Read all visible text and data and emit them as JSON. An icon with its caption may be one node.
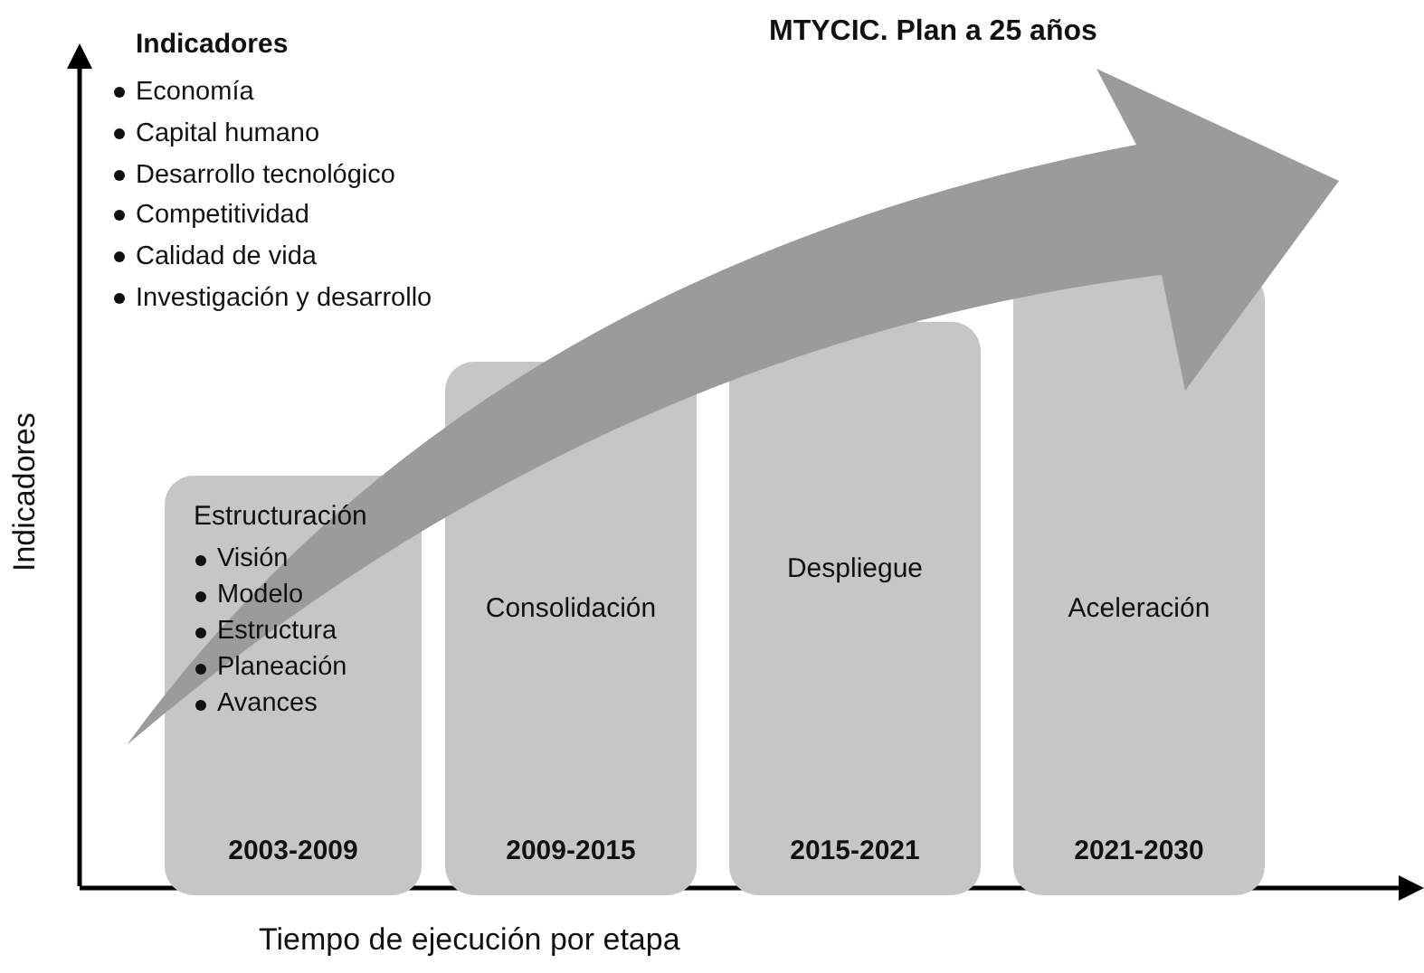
{
  "diagram": {
    "title": "MTYCIC. Plan a 25 años",
    "nodes": [
      {
        "text": [
          "Estructuración",
          "Visión",
          "Modelo",
          "Estructura",
          "Planeación",
          "Avances",
          "2003-2009"
        ]
      },
      {
        "text": [
          "Consolidación",
          "2009-2015"
        ]
      },
      {
        "text": [
          "Despliegue",
          "2015-2021"
        ]
      },
      {
        "text": [
          "Aceleración",
          "2021-2030"
        ]
      }
    ],
    "edges": [],
    "labels": [
      "Indicadores",
      "Economía",
      "Capital humano",
      "Desarrollo tecnológico",
      "Competitividad",
      "Calidad de vida",
      "Investigación y desarrollo",
      "Indicadores",
      "Tiempo de ejecución por etapa"
    ]
  }
}
